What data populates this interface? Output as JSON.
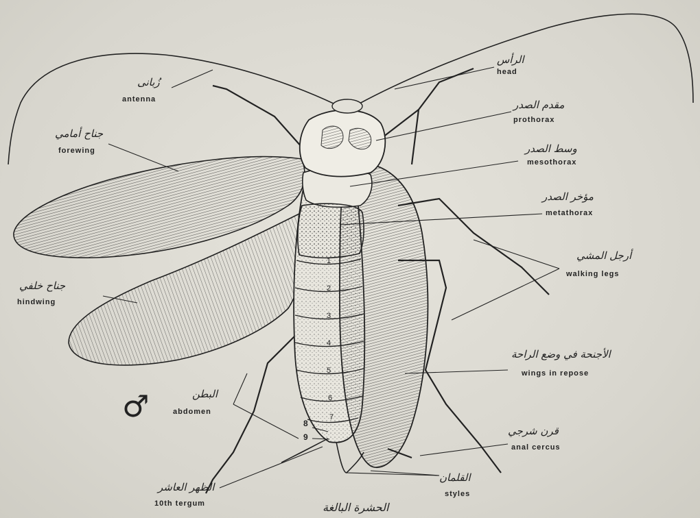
{
  "labels": {
    "antenna": {
      "ar": "زُبانى",
      "en": "antenna"
    },
    "head": {
      "ar": "الرأس",
      "en": "head"
    },
    "prothorax": {
      "ar": "مقدم الصدر",
      "en": "prothorax"
    },
    "mesothorax": {
      "ar": "وسط الصدر",
      "en": "mesothorax"
    },
    "metathorax": {
      "ar": "مؤخر الصدر",
      "en": "metathorax"
    },
    "forewing": {
      "ar": "جناح أمامي",
      "en": "forewing"
    },
    "hindwing": {
      "ar": "جناح خلفي",
      "en": "hindwing"
    },
    "walking_legs": {
      "ar": "أرجل المشي",
      "en": "walking legs"
    },
    "wings_repose": {
      "ar": "الأجنحة في وضع الراحة",
      "en": "wings in repose"
    },
    "abdomen": {
      "ar": "البطن",
      "en": "abdomen"
    },
    "anal_cercus": {
      "ar": "قرن شرجي",
      "en": "anal cercus"
    },
    "styles": {
      "ar": "القلمان",
      "en": "styles"
    },
    "tergum": {
      "ar": "الظهر العاشر",
      "en": "10th tergum"
    }
  },
  "segment_numbers": [
    "1",
    "2",
    "3",
    "4",
    "5",
    "6",
    "7"
  ],
  "tail_numbers": {
    "eight": "8",
    "nine": "9"
  },
  "sex_symbol": "♂",
  "caption": "الحشرة البالغة",
  "colors": {
    "paper": "#dcdad2",
    "ink": "#222222"
  }
}
